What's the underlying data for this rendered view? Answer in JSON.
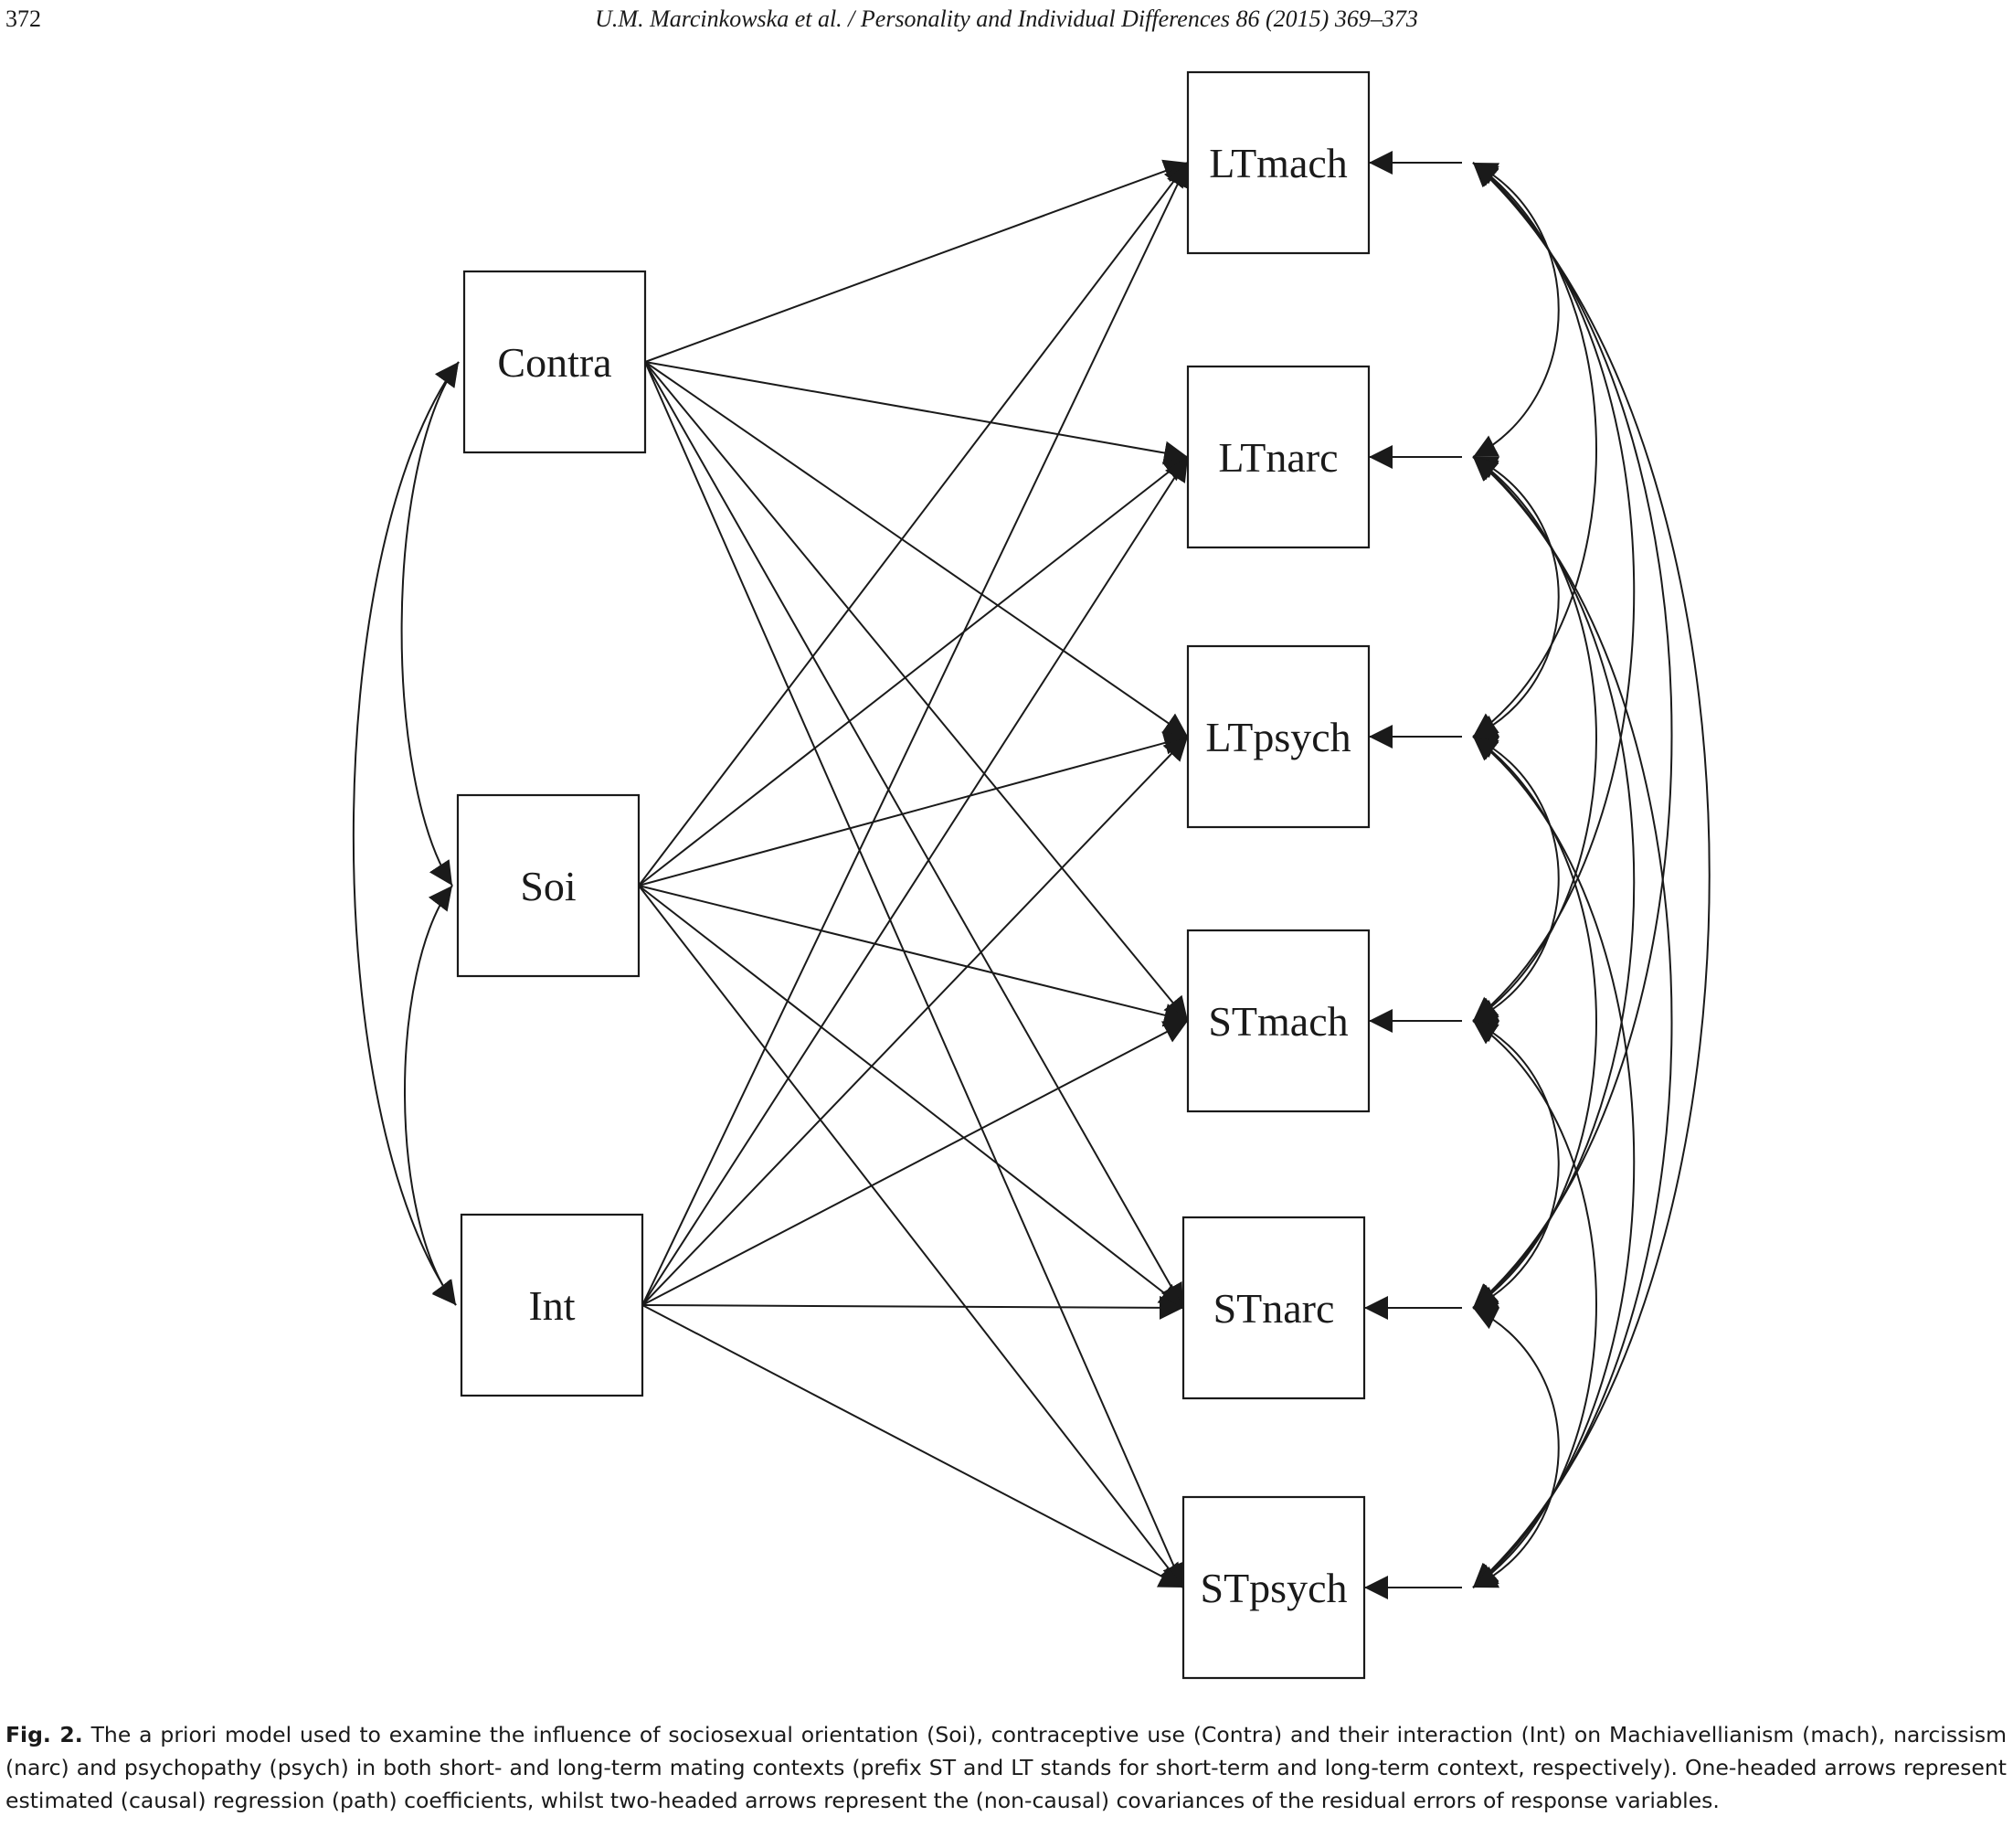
{
  "header": {
    "page_number": "372",
    "running_head": "U.M. Marcinkowska et al. / Personality and Individual Differences 86 (2015) 369–373"
  },
  "figure": {
    "predictors": [
      "Contra",
      "Soi",
      "Int"
    ],
    "outcomes": [
      "LTmach",
      "LTnarc",
      "LTpsych",
      "STmach",
      "STnarc",
      "STpsych"
    ]
  },
  "caption": {
    "label": "Fig. 2.",
    "text": "The a priori model used to examine the influence of sociosexual orientation (Soi), contraceptive use (Contra) and their interaction (Int) on Machiavellianism (mach), narcissism (narc) and psychopathy (psych) in both short- and long-term mating contexts (prefix ST and LT stands for short-term and long-term context, respectively). One-headed arrows represent estimated (causal) regression (path) coefficients, whilst two-headed arrows represent the (non-causal) covariances of the residual errors of response variables."
  }
}
